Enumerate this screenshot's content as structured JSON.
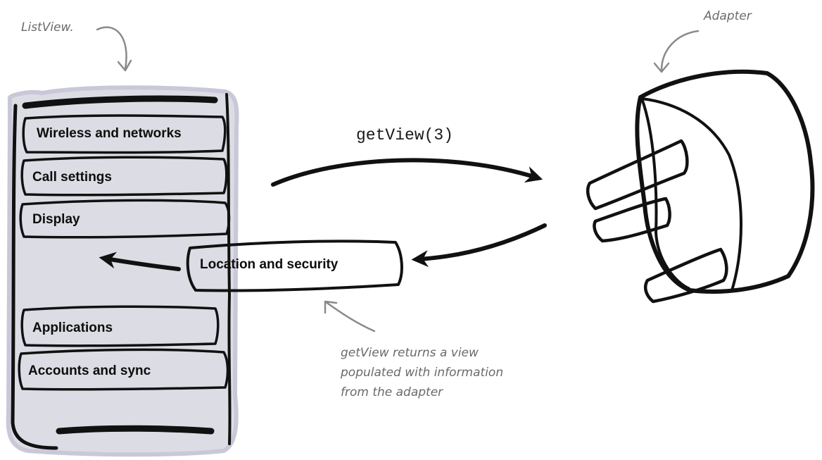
{
  "labels": {
    "listview": "ListView.",
    "adapter": "Adapter",
    "call": "getView(3)",
    "note_lines": [
      "getView returns a view",
      "populated with information",
      "from the adapter"
    ]
  },
  "list_items": [
    "Wireless and networks",
    "Call settings",
    "Display",
    "Applications",
    "Accounts and sync"
  ],
  "returned_item": "Location and security",
  "colors": {
    "panel": "#dcdce4",
    "item_fill": "#8d87a7",
    "item_highlight": "#c7c2d9",
    "plug_body": "#b9b9bb",
    "prong": "#d9b648",
    "ink": "#111111"
  }
}
